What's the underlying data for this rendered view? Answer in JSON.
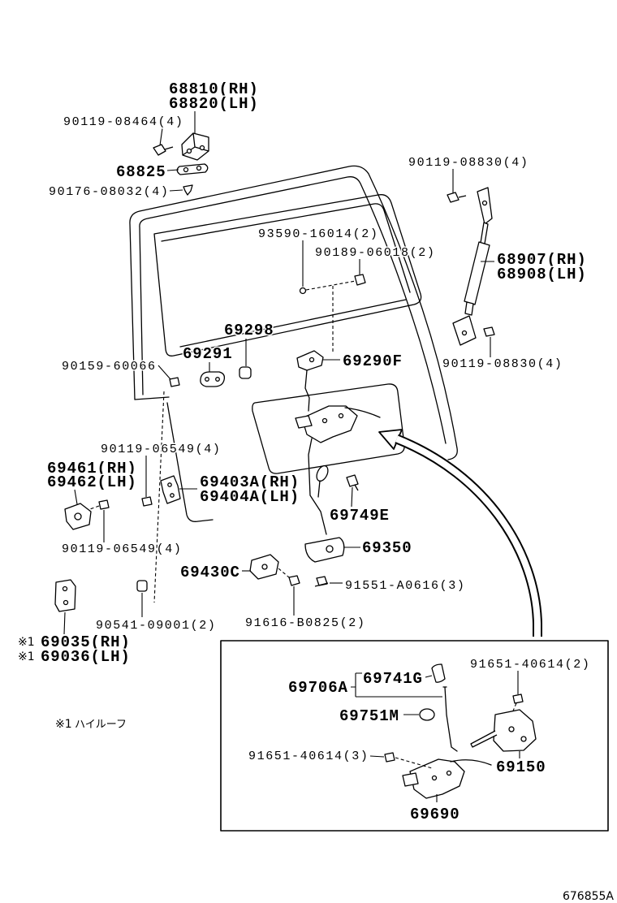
{
  "colors": {
    "ink": "#000000",
    "paper": "#ffffff"
  },
  "callouts": {
    "door_hinge_rh": "68810(RH)",
    "door_hinge_lh": "68820(LH)",
    "hinge_bolt": "90119-08464(4)",
    "hinge_gasket": "68825",
    "hinge_clip": "90176-08032(4)",
    "stay_bolt_upper": "90119-08830(4)",
    "stay_rh": "68907(RH)",
    "stay_lh": "68908(LH)",
    "screw_93590": "93590-16014(2)",
    "clip_90189": "90189-06018(2)",
    "cushion_69298": "69298",
    "bumper_69291": "69291",
    "striker_69290F": "69290F",
    "screw_90159": "90159-60066",
    "stay_bolt_lower": "90119-08830(4)",
    "bolt_upper": "90119-06549(4)",
    "striker_rh": "69461(RH)",
    "striker_lh": "69462(LH)",
    "bracket_rh": "69403A(RH)",
    "bracket_lh": "69404A(LH)",
    "clip_69749E": "69749E",
    "bolt_lower": "90119-06549(4)",
    "lock_69350": "69350",
    "latch_69430C": "69430C",
    "screw_91551": "91551-A0616(3)",
    "cushion_90541": "90541-09001(2)",
    "screw_91616": "91616-B0825(2)",
    "part_69035": "69035(RH)",
    "part_69036": "69036(LH)"
  },
  "inset": {
    "rod_assy_69706A": "69706A",
    "rod_69741G": "69741G",
    "screw_91651_2": "91651-40614(2)",
    "knob_69751M": "69751M",
    "screw_91651_3": "91651-40614(3)",
    "actuator_69150": "69150",
    "lock_69690": "69690"
  },
  "notes": {
    "marker": "※1",
    "hi_roof": "ハイルーフ"
  },
  "diagram_code": "676855A"
}
